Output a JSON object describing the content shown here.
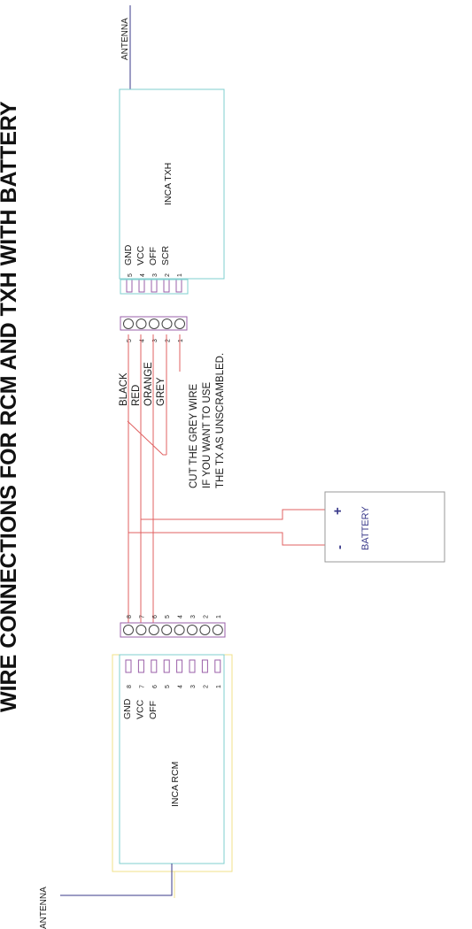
{
  "title": "WIRE CONNECTIONS FOR RCM AND TXH WITH BATTERY",
  "txh": {
    "name": "INCA TXH",
    "antenna": "ANTENNA",
    "pins": [
      {
        "num": "5",
        "label": "GND"
      },
      {
        "num": "4",
        "label": "VCC"
      },
      {
        "num": "3",
        "label": "OFF"
      },
      {
        "num": "2",
        "label": "SCR"
      },
      {
        "num": "1",
        "label": ""
      }
    ]
  },
  "txh_plug": {
    "pins": [
      "5",
      "4",
      "3",
      "2",
      "1"
    ],
    "wires": [
      "BLACK",
      "RED",
      "ORANGE",
      "GREY"
    ]
  },
  "note": [
    "CUT THE GREY WIRE",
    "IF YOU WANT TO USE",
    "THE TX AS UNSCRAMBLED."
  ],
  "battery": {
    "label": "BATTERY",
    "plus": "+",
    "minus": "-"
  },
  "rcm_plug": {
    "pins": [
      "8",
      "7",
      "6",
      "5",
      "4",
      "3",
      "2",
      "1"
    ]
  },
  "rcm": {
    "name": "INCA RCM",
    "antenna": "ANTENNA",
    "pins": [
      {
        "num": "8",
        "label": "GND"
      },
      {
        "num": "7",
        "label": "VCC"
      },
      {
        "num": "6",
        "label": "OFF"
      },
      {
        "num": "5",
        "label": ""
      },
      {
        "num": "4",
        "label": ""
      },
      {
        "num": "3",
        "label": ""
      },
      {
        "num": "2",
        "label": ""
      },
      {
        "num": "1",
        "label": ""
      }
    ]
  },
  "colors": {
    "wire": "#e06060",
    "outline": "#7fcfcf",
    "connector": "#9a5fa8",
    "rcm_border": "#f0e08a",
    "antenna_wire": "#3a3a8a"
  }
}
